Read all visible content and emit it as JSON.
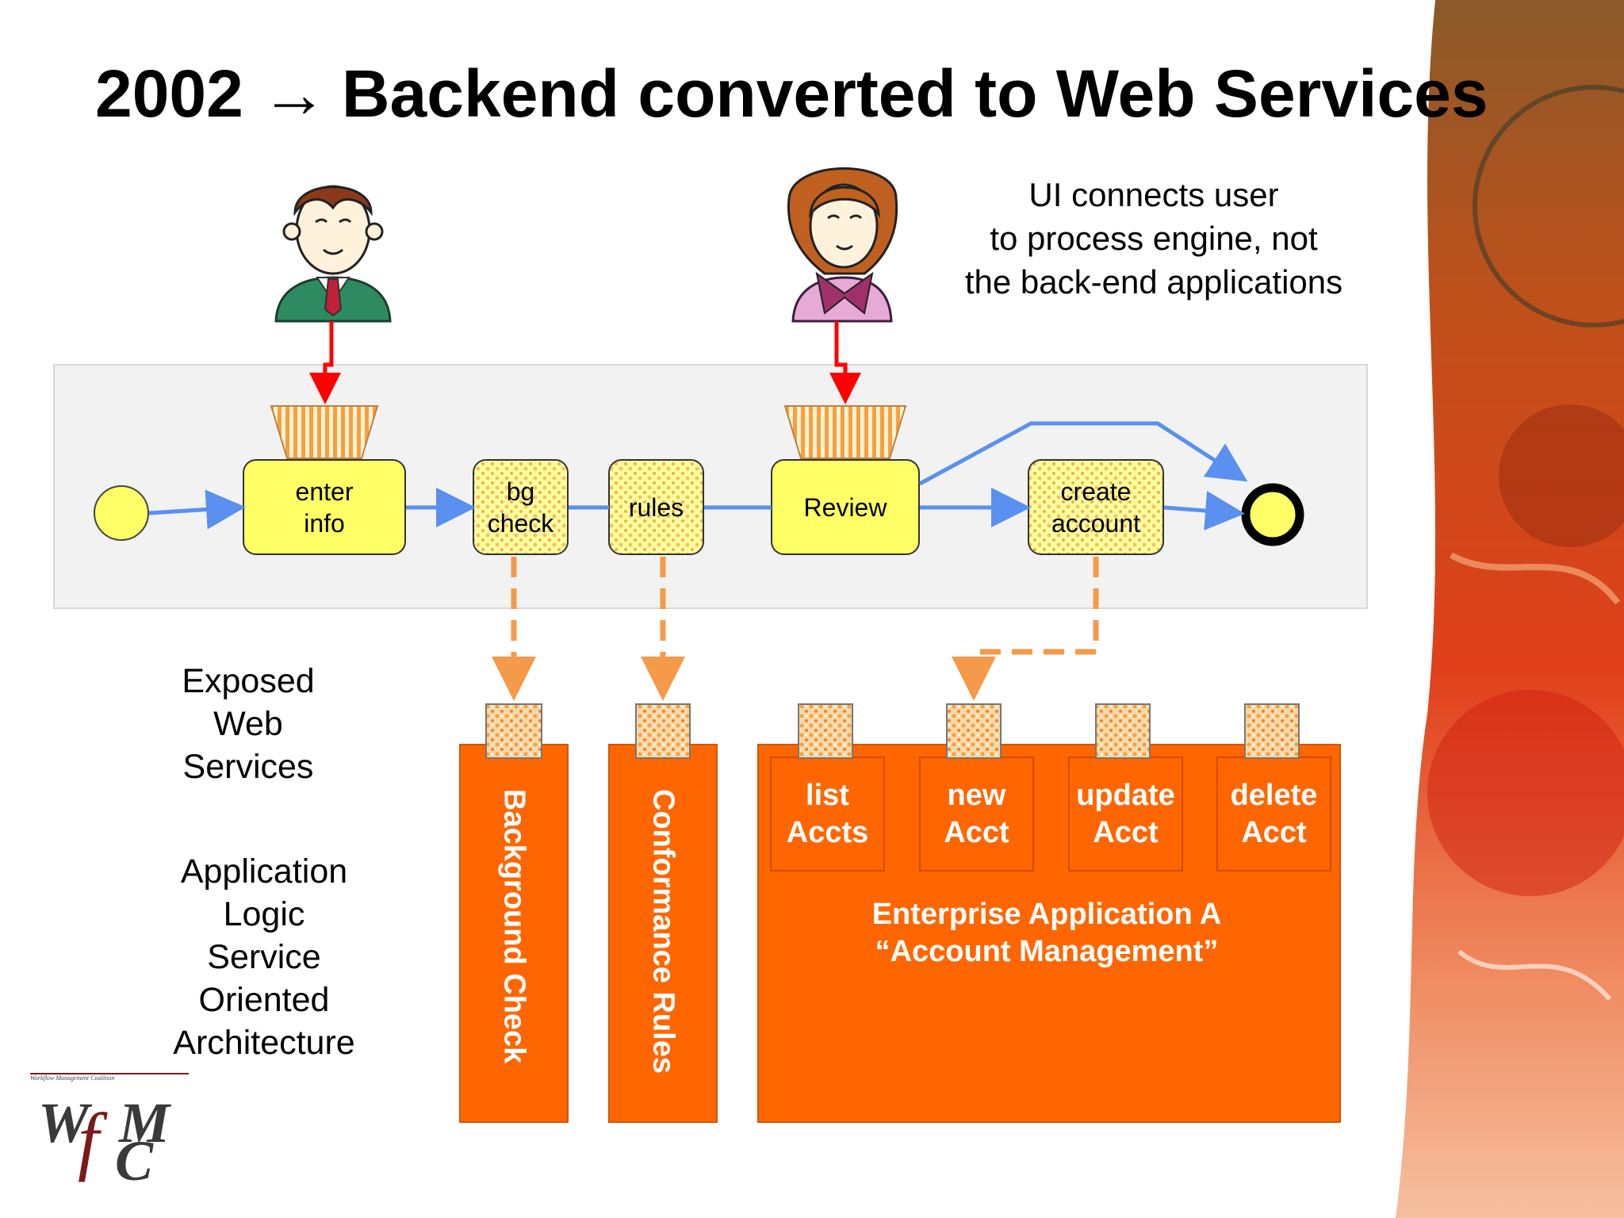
{
  "slide": {
    "title_prefix": "2002",
    "title_arrow": "→",
    "title_main": "Backend converted to Web Services",
    "note_lines": [
      "UI connects user",
      "to process engine, not",
      "the back-end applications"
    ]
  },
  "process": {
    "tasks": [
      {
        "id": "enter-info",
        "lines": [
          "enter",
          "info"
        ]
      },
      {
        "id": "bg-check",
        "lines": [
          "bg",
          "check"
        ]
      },
      {
        "id": "rules",
        "lines": [
          "rules"
        ]
      },
      {
        "id": "review",
        "lines": [
          "Review"
        ]
      },
      {
        "id": "create-account",
        "lines": [
          "create",
          "account"
        ]
      }
    ]
  },
  "labels": {
    "exposed": [
      "Exposed",
      "Web",
      "Services"
    ],
    "logic": [
      "Application",
      "Logic",
      "Service",
      "Oriented",
      "Architecture"
    ]
  },
  "services": {
    "background_check": "Background Check",
    "conformance_rules": "Conformance Rules",
    "enterprise_title": [
      "Enterprise Application A",
      "“Account Management”"
    ],
    "operations": [
      {
        "lines": [
          "list",
          "Accts"
        ]
      },
      {
        "lines": [
          "new",
          "Acct"
        ]
      },
      {
        "lines": [
          "update",
          "Acct"
        ]
      },
      {
        "lines": [
          "delete",
          "Acct"
        ]
      }
    ]
  },
  "logo": {
    "top_text": "Workflow Management Coalition",
    "letters": "WfMC"
  },
  "colors": {
    "orange": "#ff6600",
    "task_yellow": "#ffff66",
    "flow_blue": "#5b8ff0",
    "user_red": "#ff0000"
  }
}
